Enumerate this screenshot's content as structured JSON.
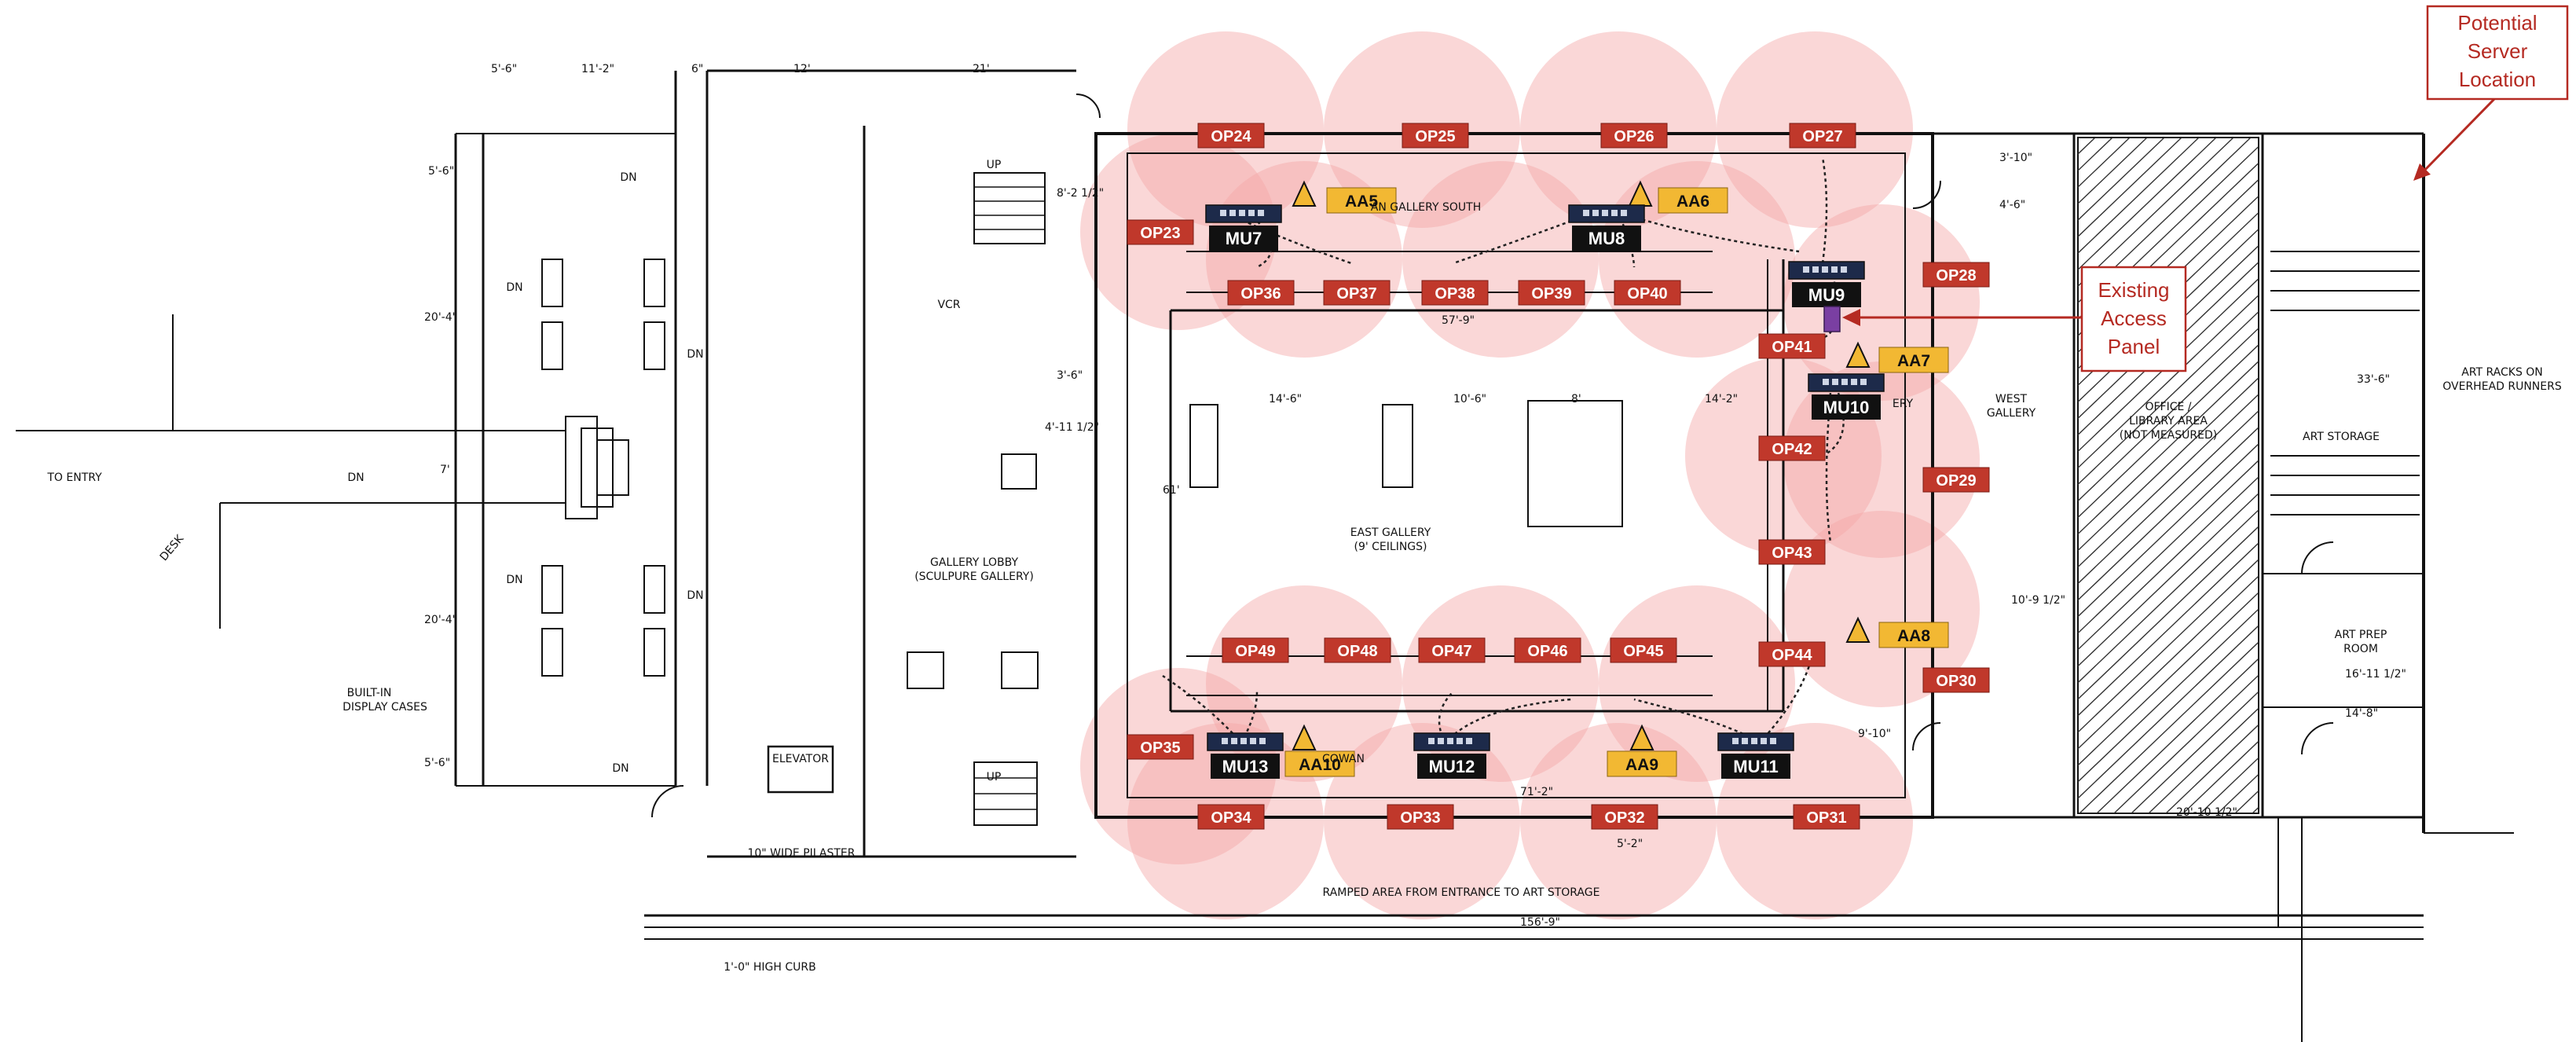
{
  "colors": {
    "coverage": "#f4a6a6",
    "op_fill": "#c0382b",
    "aa_fill": "#f2b833",
    "mu_fill": "#111111",
    "callout": "#b52a22",
    "access_panel": "#7a3fa2"
  },
  "callouts": {
    "server_line1": "Potential",
    "server_line2": "Server",
    "server_line3": "Location",
    "panel_line1": "Existing",
    "panel_line2": "Access",
    "panel_line3": "Panel"
  },
  "rooms": {
    "gallery_south": "AN GALLERY SOUTH",
    "gallery_lobby_1": "GALLERY LOBBY",
    "gallery_lobby_2": "(SCULPURE GALLERY)",
    "east_gallery_1": "EAST GALLERY",
    "east_gallery_2": "(9' CEILINGS)",
    "west_gallery_1": "WEST",
    "west_gallery_2": "GALLERY",
    "office_1": "OFFICE /",
    "office_2": "LIBRARY AREA",
    "office_3": "(NOT MEASURED)",
    "art_racks_1": "ART RACKS ON",
    "art_racks_2": "OVERHEAD RUNNERS",
    "art_storage": "ART STORAGE",
    "art_prep_1": "ART PREP",
    "art_prep_2": "ROOM",
    "to_entry": "TO ENTRY",
    "desk": "DESK",
    "built_in_1": "BUILT-IN",
    "built_in_2": "DISPLAY CASES",
    "elevator": "ELEVATOR",
    "vcr": "VCR",
    "cowan": "COWAN",
    "pilaster": "10\" WIDE PILASTER",
    "ramped": "RAMPED AREA FROM ENTRANCE TO ART STORAGE",
    "curb": "1'-0\" HIGH CURB",
    "ery": "ERY",
    "up": "UP",
    "dn": "DN"
  },
  "dimensions": {
    "d1": "5'-6\"",
    "d2": "11'-2\"",
    "d3": "6\"",
    "d4": "12'",
    "d5": "21'",
    "d6": "5'-6\"",
    "d7": "20'-4\"",
    "d8": "7'",
    "d9": "20'-4\"",
    "d10": "5'-6\"",
    "d11": "3'-10\"",
    "d12": "4'-6\"",
    "d13": "57'-9\"",
    "d14": "14'-6\"",
    "d15": "10'-6\"",
    "d16": "8'",
    "d17": "14'-2\"",
    "d18": "61'",
    "d19": "33'-6\"",
    "d20": "10'-9 1/2\"",
    "d21": "16'-11 1/2\"",
    "d22": "14'-8\"",
    "d23": "71'-2\"",
    "d24": "156'-9\"",
    "d25": "20'-10 1/2\"",
    "d26": "8'-2 1/2\"",
    "d27": "9'-10\"",
    "d28": "5'-2\"",
    "d29": "3'-6\"",
    "d30": "4'-11 1/2\""
  },
  "outlets_top": [
    "OP24",
    "OP25",
    "OP26",
    "OP27"
  ],
  "outlets_upper_row": [
    "OP36",
    "OP37",
    "OP38",
    "OP39",
    "OP40"
  ],
  "outlets_lower_row": [
    "OP49",
    "OP48",
    "OP47",
    "OP46",
    "OP45"
  ],
  "outlets_bottom": [
    "OP34",
    "OP33",
    "OP32",
    "OP31"
  ],
  "outlets_right_inner": [
    "OP41",
    "OP42",
    "OP43",
    "OP44"
  ],
  "outlets_right_outer": [
    "OP28",
    "OP29",
    "OP30"
  ],
  "outlets_left": [
    "OP23",
    "OP35"
  ],
  "access_points": [
    "AA5",
    "AA6",
    "AA7",
    "AA8",
    "AA9",
    "AA10"
  ],
  "media_units": [
    "MU7",
    "MU8",
    "MU9",
    "MU10",
    "MU11",
    "MU12",
    "MU13"
  ]
}
